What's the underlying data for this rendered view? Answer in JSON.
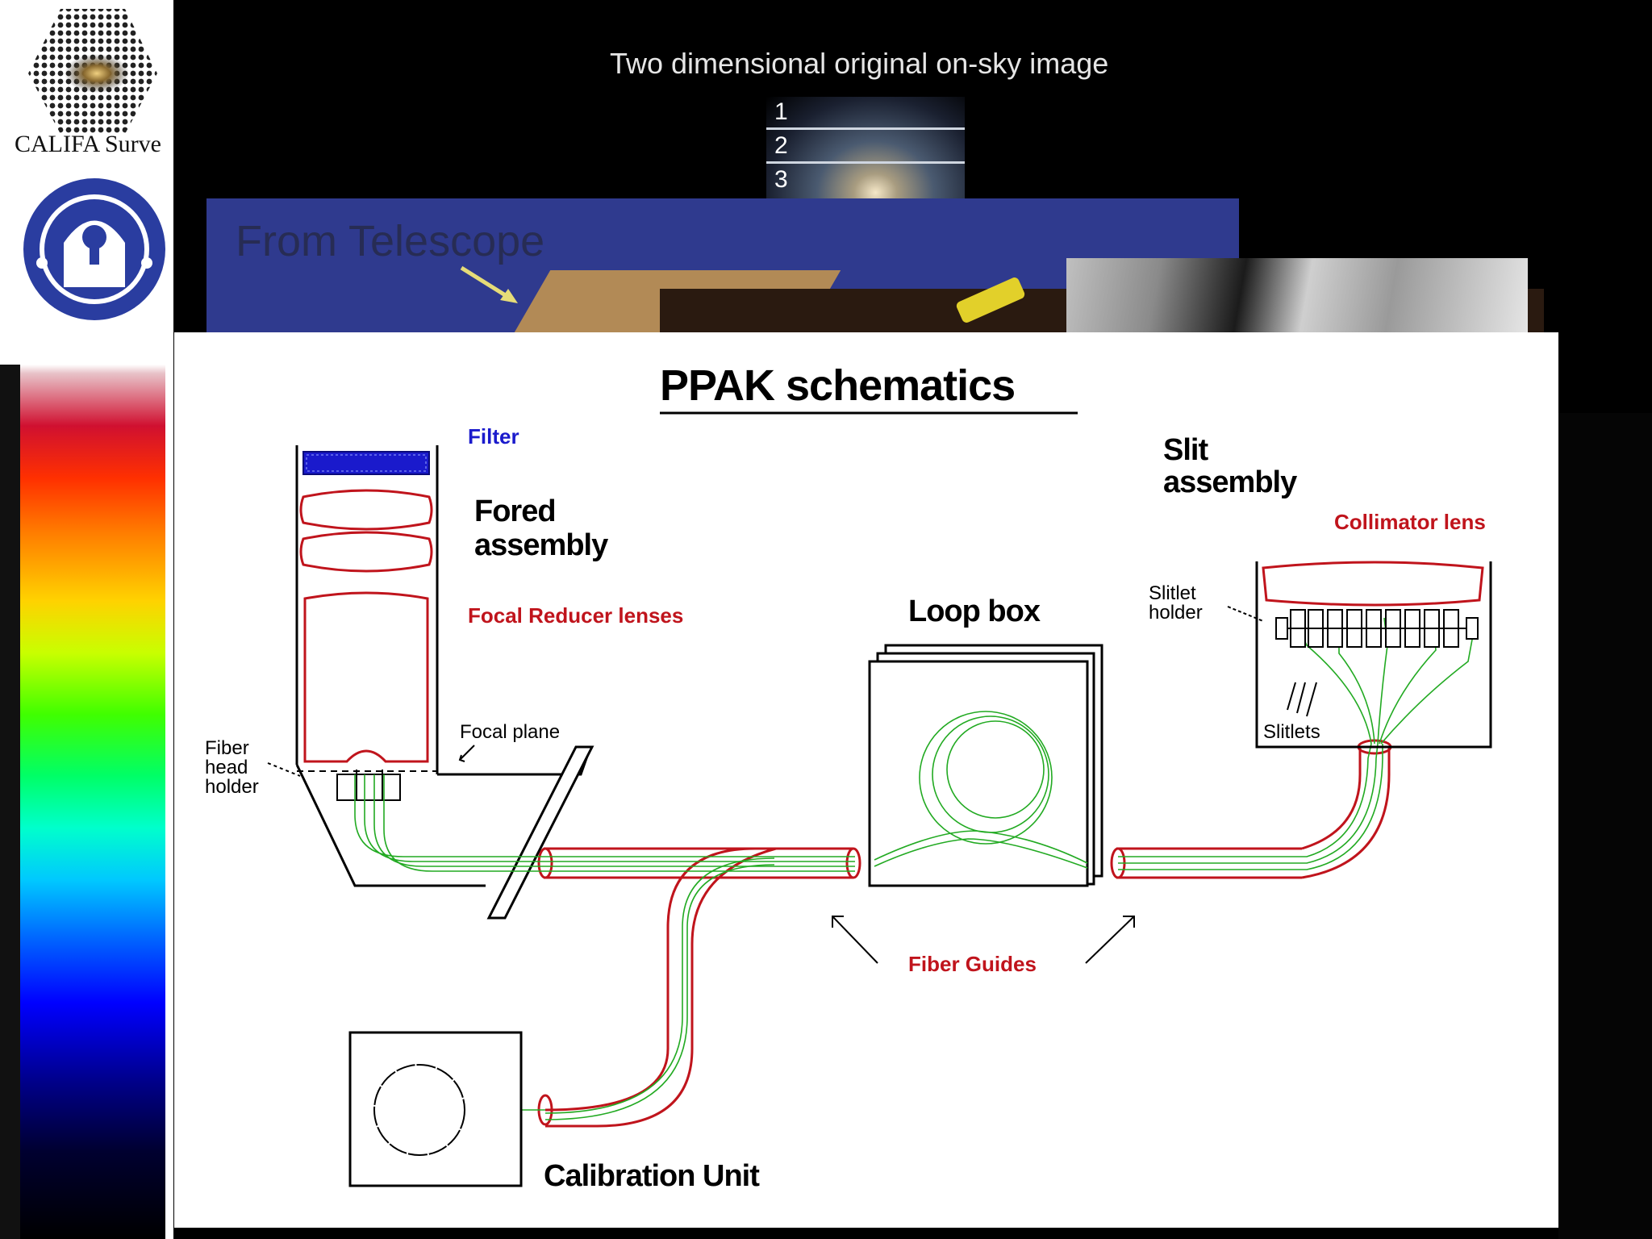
{
  "logos": {
    "califa_text": "CALIFA Surve"
  },
  "top_panel": {
    "title": "Two dimensional original on-sky image",
    "slices": [
      "1",
      "2",
      "3"
    ],
    "telescope_label": "From Telescope"
  },
  "diagram": {
    "title": "PPAK schematics",
    "labels": {
      "filter": "Filter",
      "fored_assembly_1": "Fored",
      "fored_assembly_2": "assembly",
      "focal_reducer": "Focal Reducer lenses",
      "focal_plane": "Focal plane",
      "fiber_head_1": "Fiber",
      "fiber_head_2": "head",
      "fiber_head_3": "holder",
      "loop_box": "Loop box",
      "slit_assembly_1": "Slit",
      "slit_assembly_2": "assembly",
      "collimator": "Collimator lens",
      "slitlet_holder_1": "Slitlet",
      "slitlet_holder_2": "holder",
      "slitlets": "Slitlets",
      "fiber_guides": "Fiber Guides",
      "calibration_unit": "Calibration Unit"
    },
    "colors": {
      "optics": "#c0141c",
      "fibers": "#22aa22",
      "filter": "#1a1acc"
    }
  }
}
